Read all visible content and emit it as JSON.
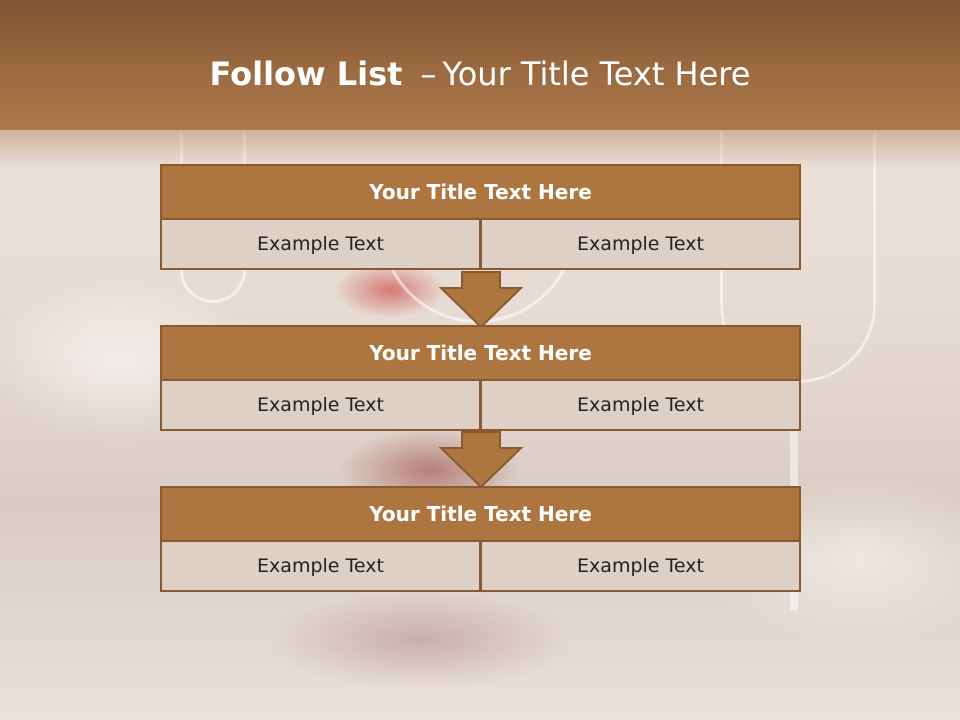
{
  "title": {
    "main": "Follow List",
    "separator": "–",
    "sub": "Your Title Text Here"
  },
  "blocks": [
    {
      "heading": "Your Title Text Here",
      "cells": [
        "Example Text",
        "Example Text"
      ]
    },
    {
      "heading": "Your Title Text Here",
      "cells": [
        "Example Text",
        "Example Text"
      ]
    },
    {
      "heading": "Your Title Text Here",
      "cells": [
        "Example Text",
        "Example Text"
      ]
    }
  ],
  "colors": {
    "header": "#9e6c42",
    "block_title": "#ad7640",
    "block_border": "#8a5a2e",
    "cell": "#ddd0c7"
  }
}
